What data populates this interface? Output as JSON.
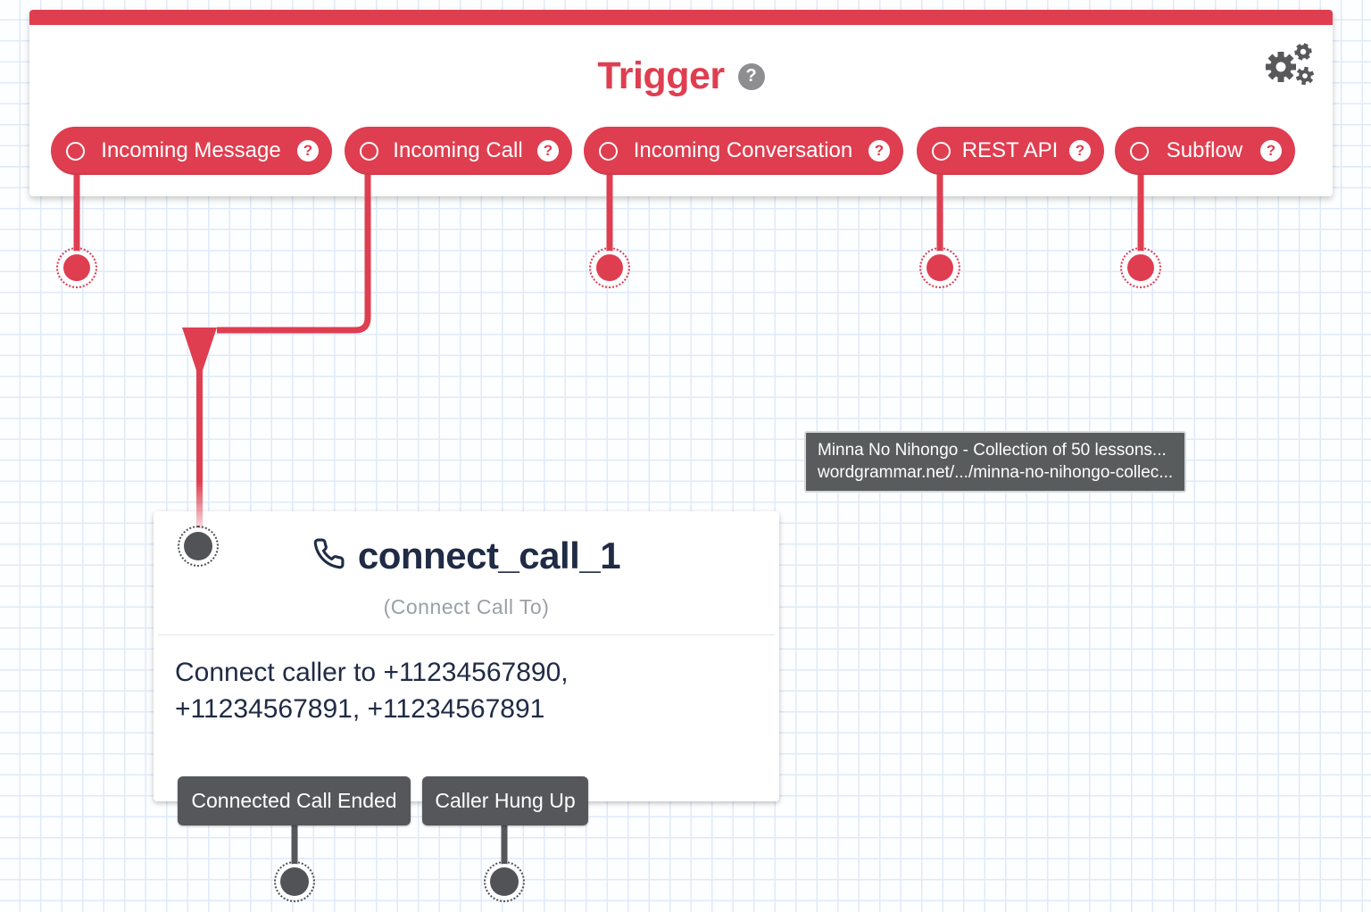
{
  "colors": {
    "red": "#df3e50",
    "dark": "#56575a",
    "navy": "#202b45",
    "muted": "#9aa0a6",
    "grid": "#dfeafa",
    "tooltip": "#585c5c"
  },
  "trigger": {
    "title": "Trigger",
    "help_glyph": "?",
    "buttons": [
      {
        "label": "Incoming Message"
      },
      {
        "label": "Incoming Call"
      },
      {
        "label": "Incoming Conversation"
      },
      {
        "label": "REST API"
      },
      {
        "label": "Subflow"
      }
    ]
  },
  "widget": {
    "name": "connect_call_1",
    "type_label": "(Connect Call To)",
    "description_lines": [
      "Connect caller to +11234567890,",
      "+11234567891, +11234567891"
    ],
    "transitions": [
      {
        "label": "Connected Call Ended"
      },
      {
        "label": "Caller Hung Up"
      }
    ]
  },
  "tooltip": {
    "line1": "Minna No Nihongo - Collection of 50 lessons...",
    "line2": "wordgrammar.net/.../minna-no-nihongo-collec..."
  }
}
